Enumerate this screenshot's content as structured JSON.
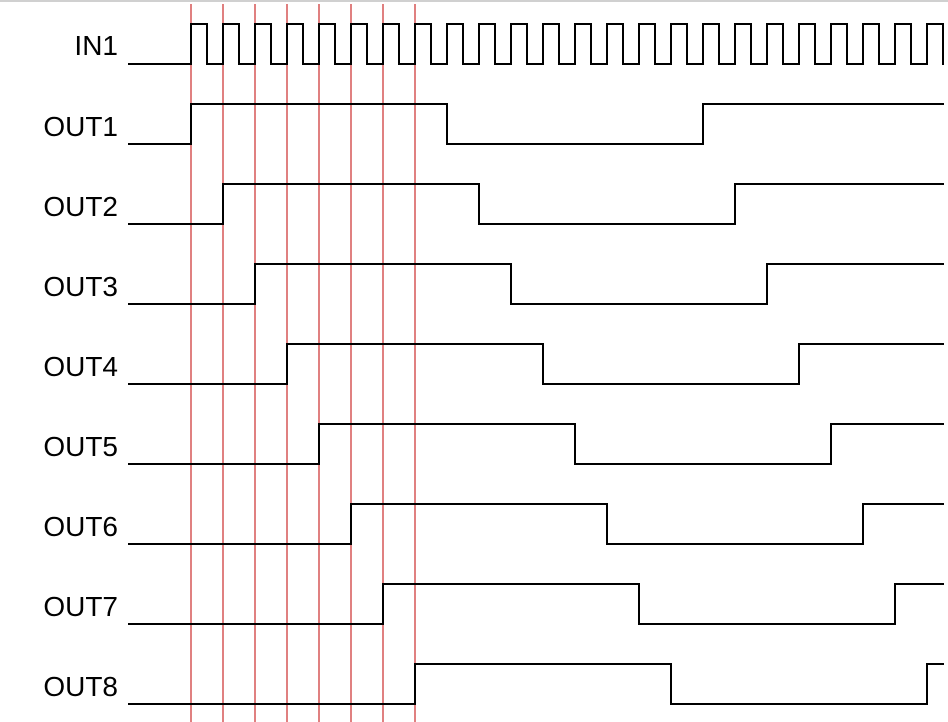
{
  "diagram": {
    "type": "timing-diagram",
    "input": {
      "label": "IN1",
      "pattern": "square-wave clock, continuous pulses"
    },
    "outputs": [
      {
        "label": "OUT1",
        "rise_clock": 0,
        "fall_clock": 8,
        "rise2_clock": 16
      },
      {
        "label": "OUT2",
        "rise_clock": 1,
        "fall_clock": 9,
        "rise2_clock": 17
      },
      {
        "label": "OUT3",
        "rise_clock": 2,
        "fall_clock": 10,
        "rise2_clock": 18
      },
      {
        "label": "OUT4",
        "rise_clock": 3,
        "fall_clock": 11,
        "rise2_clock": 19
      },
      {
        "label": "OUT5",
        "rise_clock": 4,
        "fall_clock": 12,
        "rise2_clock": 20
      },
      {
        "label": "OUT6",
        "rise_clock": 5,
        "fall_clock": 13,
        "rise2_clock": 21
      },
      {
        "label": "OUT7",
        "rise_clock": 6,
        "fall_clock": 14,
        "rise2_clock": 22
      },
      {
        "label": "OUT8",
        "rise_clock": 7,
        "fall_clock": 15,
        "rise2_clock": 23
      }
    ],
    "marker_count": 8,
    "colors": {
      "signal": "#000000",
      "marker": "#c00000",
      "background": "#ffffff"
    }
  }
}
